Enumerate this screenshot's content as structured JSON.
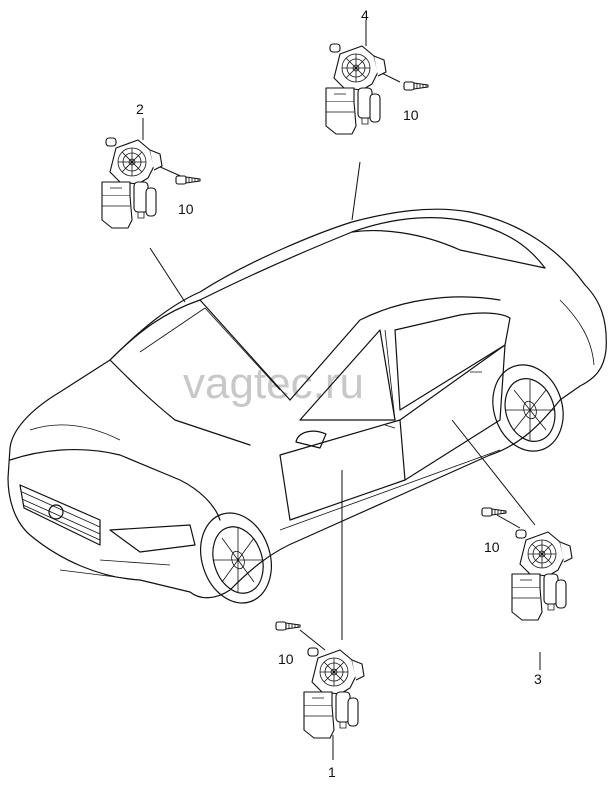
{
  "watermark": "vagtec.ru",
  "callouts": {
    "front_left_motor": "1",
    "front_left_screw": "10",
    "front_right_motor": "2",
    "front_right_screw": "10",
    "rear_left_motor": "3",
    "rear_left_screw": "10",
    "rear_right_motor": "4",
    "rear_right_screw": "10"
  }
}
